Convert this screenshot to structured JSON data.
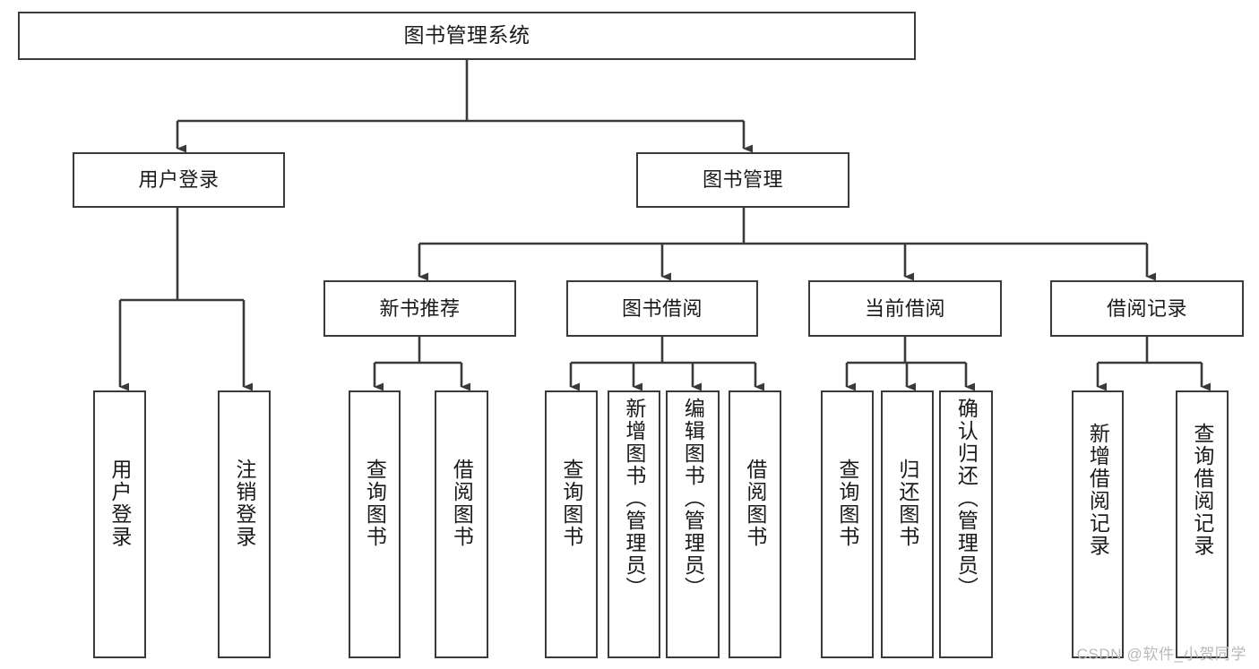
{
  "diagram": {
    "type": "hierarchy-tree",
    "title": "图书管理系统",
    "orientation": "top-down",
    "colors": {
      "box_border": "#3a3a3a",
      "box_fill": "#ffffff",
      "connector": "#3a3a3a",
      "text": "#1a1a1a",
      "watermark": "#b9b9b9",
      "background": "#ffffff"
    }
  },
  "nodes": {
    "root": {
      "label": "图书管理系统",
      "level": 0,
      "orientation": "horizontal"
    },
    "level1": [
      {
        "id": "user-login",
        "label": "用户登录",
        "orientation": "horizontal"
      },
      {
        "id": "book-management",
        "label": "图书管理",
        "orientation": "horizontal"
      }
    ],
    "level2": [
      {
        "id": "new-book-recommend",
        "label": "新书推荐",
        "parent": "book-management",
        "orientation": "horizontal"
      },
      {
        "id": "book-borrow",
        "label": "图书借阅",
        "parent": "book-management",
        "orientation": "horizontal"
      },
      {
        "id": "current-borrow",
        "label": "当前借阅",
        "parent": "book-management",
        "orientation": "horizontal"
      },
      {
        "id": "borrow-record",
        "label": "借阅记录",
        "parent": "book-management",
        "orientation": "horizontal"
      }
    ],
    "leaves": [
      {
        "id": "leaf-user-login",
        "label": "用户登录",
        "parent": "user-login",
        "orientation": "vertical"
      },
      {
        "id": "leaf-logout-login",
        "label": "注销登录",
        "parent": "user-login",
        "orientation": "vertical"
      },
      {
        "id": "leaf-query-book-1",
        "label": "查询图书",
        "parent": "new-book-recommend",
        "orientation": "vertical"
      },
      {
        "id": "leaf-borrow-book-1",
        "label": "借阅图书",
        "parent": "new-book-recommend",
        "orientation": "vertical"
      },
      {
        "id": "leaf-query-book-2",
        "label": "查询图书",
        "parent": "book-borrow",
        "orientation": "vertical"
      },
      {
        "id": "leaf-add-book",
        "label": "新增图书（管理员）",
        "parent": "book-borrow",
        "orientation": "vertical"
      },
      {
        "id": "leaf-edit-book",
        "label": "编辑图书（管理员）",
        "parent": "book-borrow",
        "orientation": "vertical"
      },
      {
        "id": "leaf-borrow-book-2",
        "label": "借阅图书",
        "parent": "book-borrow",
        "orientation": "vertical"
      },
      {
        "id": "leaf-query-book-3",
        "label": "查询图书",
        "parent": "current-borrow",
        "orientation": "vertical"
      },
      {
        "id": "leaf-return-book",
        "label": "归还图书",
        "parent": "current-borrow",
        "orientation": "vertical"
      },
      {
        "id": "leaf-confirm-return",
        "label": "确认归还（管理员）",
        "parent": "current-borrow",
        "orientation": "vertical"
      },
      {
        "id": "leaf-add-record",
        "label": "新增借阅记录",
        "parent": "borrow-record",
        "orientation": "vertical"
      },
      {
        "id": "leaf-query-record",
        "label": "查询借阅记录",
        "parent": "borrow-record",
        "orientation": "vertical"
      }
    ]
  },
  "watermark": {
    "text": "CSDN @软件_小贺同学"
  }
}
